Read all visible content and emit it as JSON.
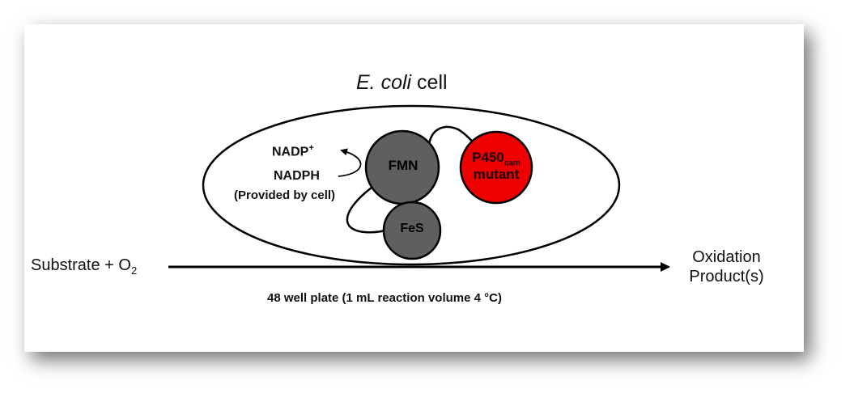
{
  "diagram": {
    "title_italic": "E. coli",
    "title_rest": " cell",
    "nadp_plus": "NADP",
    "nadp_plus_sup": "+",
    "nadph": "NADPH",
    "provided": "(Provided by cell)",
    "fmn": "FMN",
    "fes": "FeS",
    "p450": "P450",
    "p450_sub": "cam",
    "mutant": "mutant",
    "substrate": "Substrate + O",
    "substrate_sub": "2",
    "oxidation": "Oxidation",
    "product": "Product(s)",
    "plate": "48 well plate (1 mL reaction volume 4 °C)"
  },
  "colors": {
    "domain_gray": "#5f5f5f",
    "p450_red": "#ee0000",
    "stroke": "#000000"
  }
}
